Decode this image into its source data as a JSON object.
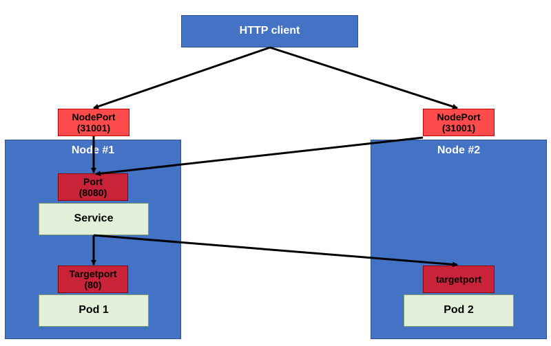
{
  "client": {
    "label": "HTTP client"
  },
  "node1": {
    "title": "Node #1",
    "nodeport": {
      "line1": "NodePort",
      "line2": "(31001)"
    },
    "port": {
      "line1": "Port",
      "line2": "(8080)"
    },
    "service": "Service",
    "targetport": {
      "line1": "Targetport",
      "line2": "(80)"
    },
    "pod": "Pod 1"
  },
  "node2": {
    "title": "Node #2",
    "nodeport": {
      "line1": "NodePort",
      "line2": "(31001)"
    },
    "targetport": "targetport",
    "pod": "Pod 2"
  },
  "colors": {
    "node": "#4472c4",
    "nodeport": "#ff4b4b",
    "port": "#c9233a",
    "service": "#e2f0d9",
    "arrow": "#000000"
  }
}
